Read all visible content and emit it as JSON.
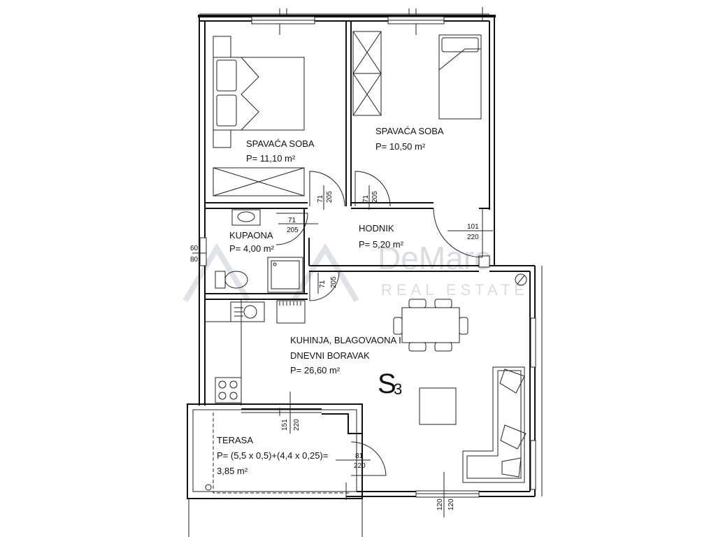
{
  "apartment": {
    "code": "S",
    "code_sub": "3"
  },
  "watermark": {
    "brand": "DeMaro",
    "tagline": "REAL ESTATE"
  },
  "rooms": {
    "bedroom1": {
      "name": "SPAVAĆA SOBA",
      "area": "P= 11,10 m²"
    },
    "bedroom2": {
      "name": "SPAVAĆA SOBA",
      "area": "P= 10,50 m²"
    },
    "bathroom": {
      "name": "KUPAONA",
      "area": "P= 4,00 m²"
    },
    "hallway": {
      "name": "HODNIK",
      "area": "P= 5,20 m²"
    },
    "living": {
      "name_line1": "KUHINJA, BLAGOVAONA I",
      "name_line2": "DNEVNI BORAVAK",
      "area": "P= 26,60 m²"
    },
    "terrace": {
      "name": "TERASA",
      "formula": "P= (5,5 x 0,5)+(4,4 x 0,25)=",
      "area": "3,85 m²"
    }
  },
  "dimensions": {
    "door_bed1": {
      "w": "71",
      "h": "205"
    },
    "door_bed2": {
      "w": "71",
      "h": "205"
    },
    "door_bath": {
      "w": "71",
      "h": "205"
    },
    "door_living": {
      "w": "71",
      "h": "205"
    },
    "door_entry": {
      "w": "101",
      "h": "220"
    },
    "door_terrace_slide": {
      "w": "151",
      "h": "220"
    },
    "door_terrace": {
      "w": "81",
      "h": "220"
    },
    "window_bath": {
      "w": "60",
      "h": "80"
    },
    "window_south": {
      "w": "120",
      "h": "120"
    }
  }
}
